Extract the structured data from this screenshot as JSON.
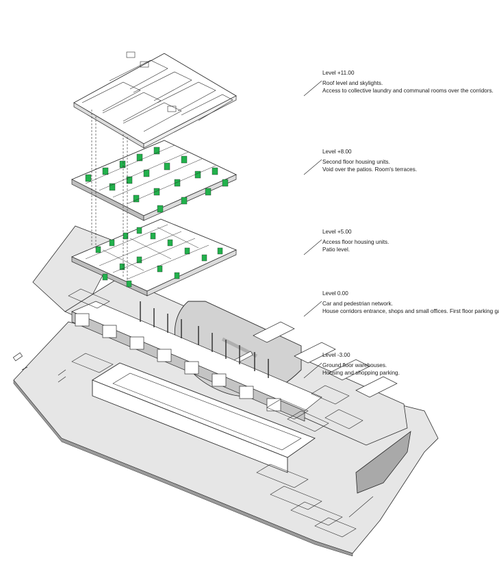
{
  "levels": [
    {
      "title": "Level +11.00",
      "lines": [
        "Roof level and skylights.",
        "Access to collective laundry and communal rooms over the corridors."
      ]
    },
    {
      "title": "Level +8.00",
      "lines": [
        "Second floor housing units.",
        "Void over the patios. Room's terraces."
      ]
    },
    {
      "title": "Level +5.00",
      "lines": [
        "Access floor housing units.",
        "Patio level."
      ]
    },
    {
      "title": "Level  0.00",
      "lines": [
        "Car and pedestrian network.",
        "House corridors entrance, shops and small offices. First floor parking garage"
      ]
    },
    {
      "title": "Level -3.00",
      "lines": [
        "Ground floor warehouses.",
        "Housing and shopping parking."
      ]
    }
  ],
  "colors": {
    "line": "#2a2a2a",
    "plane": "#e4e4e4",
    "plane_dark": "#b9b9b9",
    "void": "#cfcfcf",
    "green": "#22b14c",
    "paper": "#ffffff"
  }
}
